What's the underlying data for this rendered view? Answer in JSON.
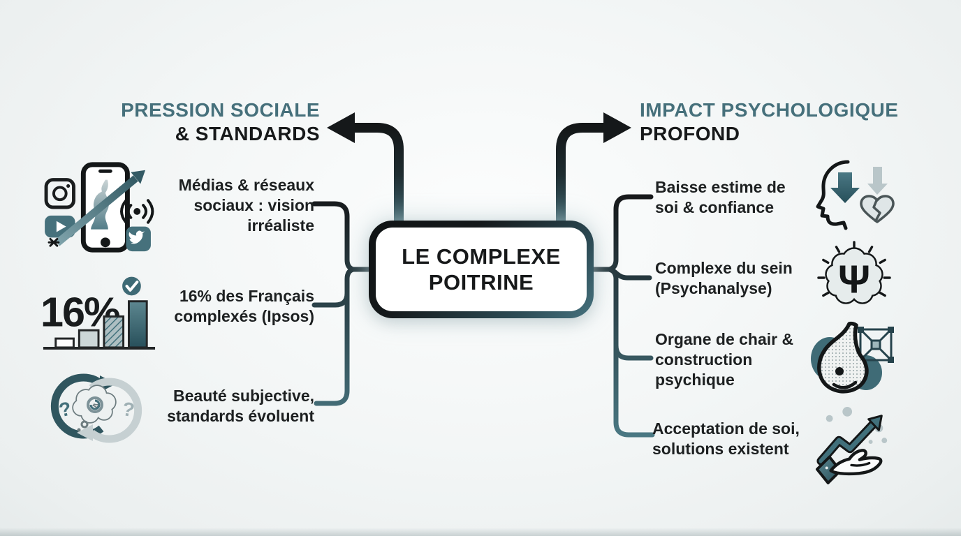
{
  "title": "LE COMPLEXE POITRINE",
  "center": {
    "title": "LE COMPLEXE\nPOITRINE"
  },
  "left_branch": {
    "title_line1": "PRESSION SOCIALE",
    "title_line2": "& STANDARDS",
    "items": [
      {
        "text": "Médias & réseaux\nsociaux : vision\nirréaliste",
        "icon": "social-media-phone-icon"
      },
      {
        "text": "16% des Français\ncomplexés (Ipsos)",
        "icon": "stats-16-percent-icon",
        "stat": "16%"
      },
      {
        "text": "Beauté subjective,\nstandards évoluent",
        "icon": "cycle-thought-icon"
      }
    ]
  },
  "right_branch": {
    "title_line1": "IMPACT PSYCHOLOGIQUE",
    "title_line2": "PROFOND",
    "items": [
      {
        "text": "Baisse estime de\nsoi & confiance",
        "icon": "self-esteem-drop-icon"
      },
      {
        "text": "Complexe du sein\n(Psychanalyse)",
        "icon": "brain-psi-icon",
        "glyph": "Ψ"
      },
      {
        "text": "Organe de chair &\nconstruction\npsychique",
        "icon": "breast-psyche-icon"
      },
      {
        "text": "Acceptation de soi,\nsolutions existent",
        "icon": "growth-hand-icon"
      }
    ]
  },
  "colors": {
    "teal_heading": "#46707b",
    "teal_accent": "#3f6b76",
    "dark": "#16191a",
    "light_gray": "#c6d0d2",
    "background": "#f0f3f3"
  }
}
